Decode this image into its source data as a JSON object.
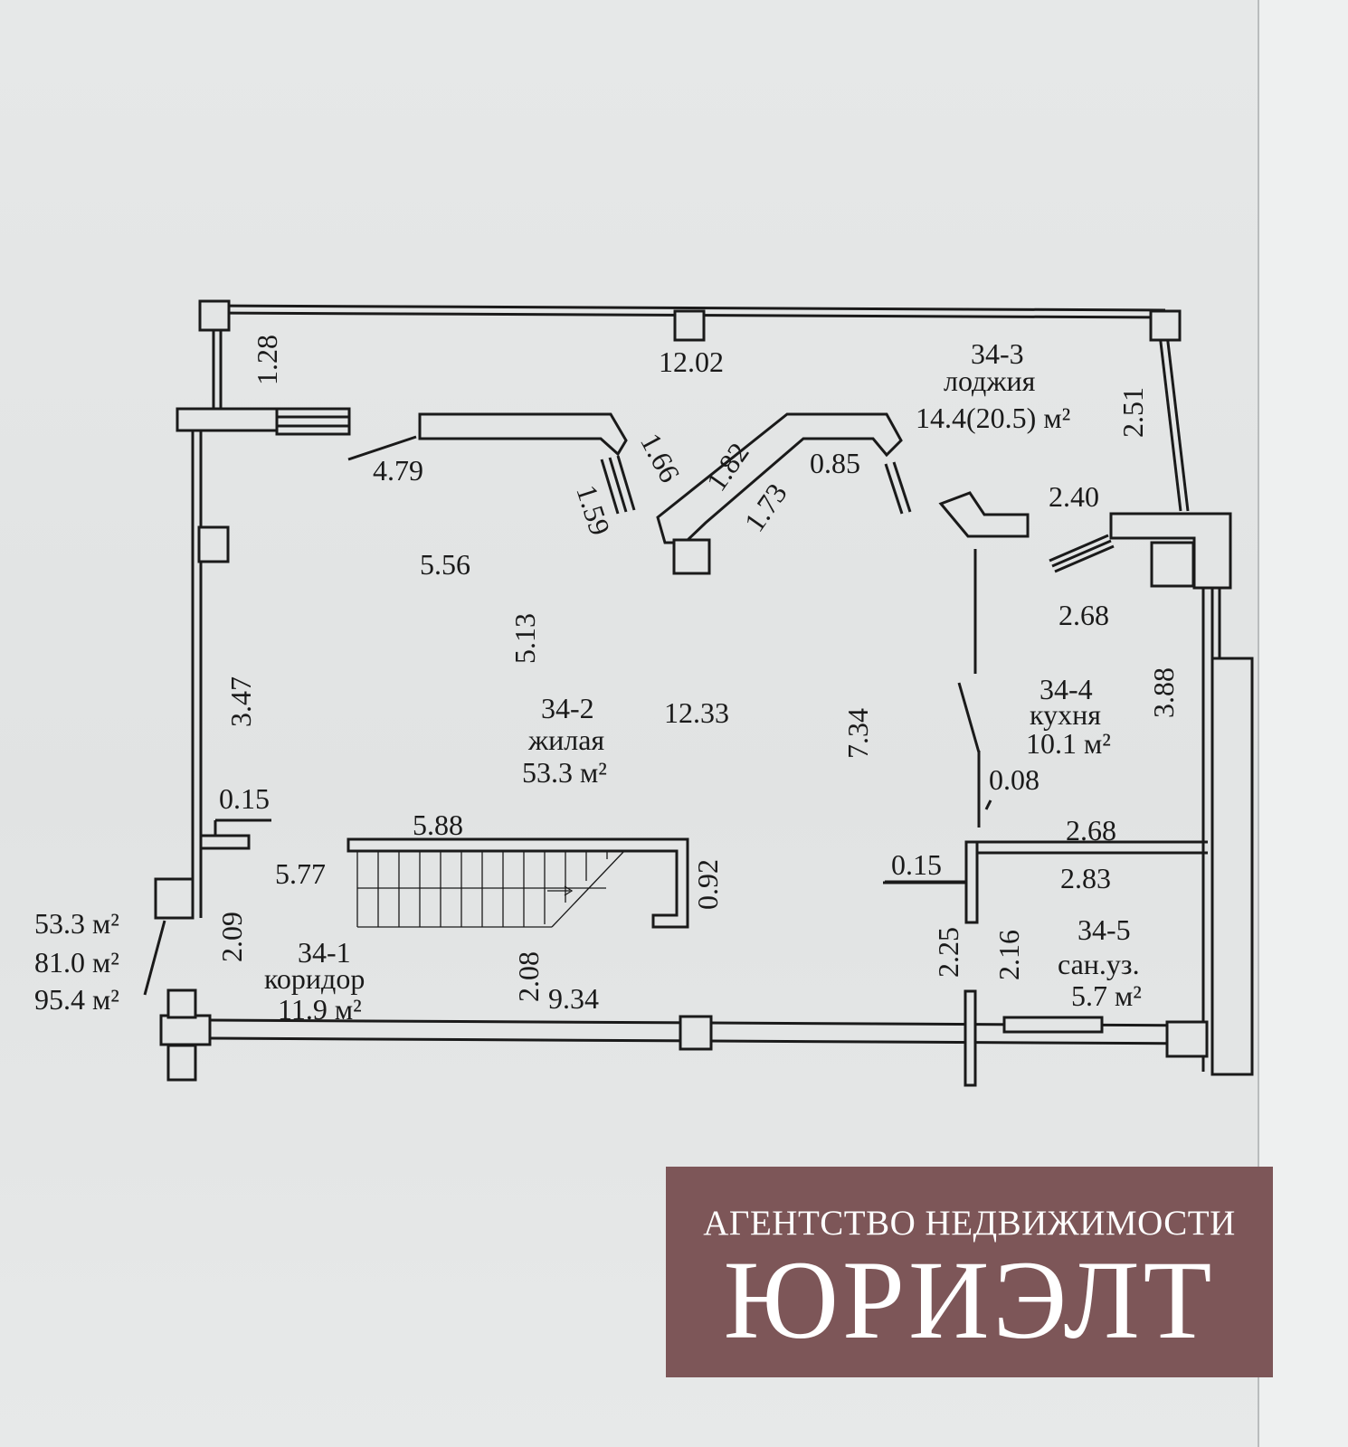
{
  "rooms": {
    "r1": {
      "id": "34-1",
      "name": "коридор",
      "area": "11.9 м²"
    },
    "r2": {
      "id": "34-2",
      "name": "жилая",
      "area": "53.3 м²"
    },
    "r3": {
      "id": "34-3",
      "name": "лоджия",
      "area": "14.4(20.5) м²"
    },
    "r4": {
      "id": "34-4",
      "name": "кухня",
      "area": "10.1 м²"
    },
    "r5": {
      "id": "34-5",
      "name": "сан.уз.",
      "area": "5.7 м²"
    }
  },
  "totals": {
    "living": "53.3 м²",
    "total": "81.0 м²",
    "with_loggia": "95.4 м²"
  },
  "dims": {
    "d1_28": "1.28",
    "d12_02": "12.02",
    "d2_51": "2.51",
    "d4_79": "4.79",
    "d1_66": "1.66",
    "d1_59": "1.59",
    "d1_82": "1.82",
    "d1_73": "1.73",
    "d0_85": "0.85",
    "d2_40": "2.40",
    "d5_56": "5.56",
    "d5_13": "5.13",
    "d2_68a": "2.68",
    "d3_47": "3.47",
    "d12_33": "12.33",
    "d7_34": "7.34",
    "d3_88": "3.88",
    "d0_08": "0.08",
    "d0_15a": "0.15",
    "d5_88": "5.88",
    "d2_68b": "2.68",
    "d5_77": "5.77",
    "d0_92": "0.92",
    "d0_15b": "0.15",
    "d2_83": "2.83",
    "d2_09": "2.09",
    "d2_08": "2.08",
    "d2_25": "2.25",
    "d2_16": "2.16",
    "d9_34": "9.34"
  },
  "watermark": {
    "subtitle": "АГЕНТСТВО НЕДВИЖИМОСТИ",
    "title": "ЮРИЭЛТ"
  },
  "colors": {
    "ink": "#1a1a1a",
    "watermark_bg": "#7d5658"
  }
}
